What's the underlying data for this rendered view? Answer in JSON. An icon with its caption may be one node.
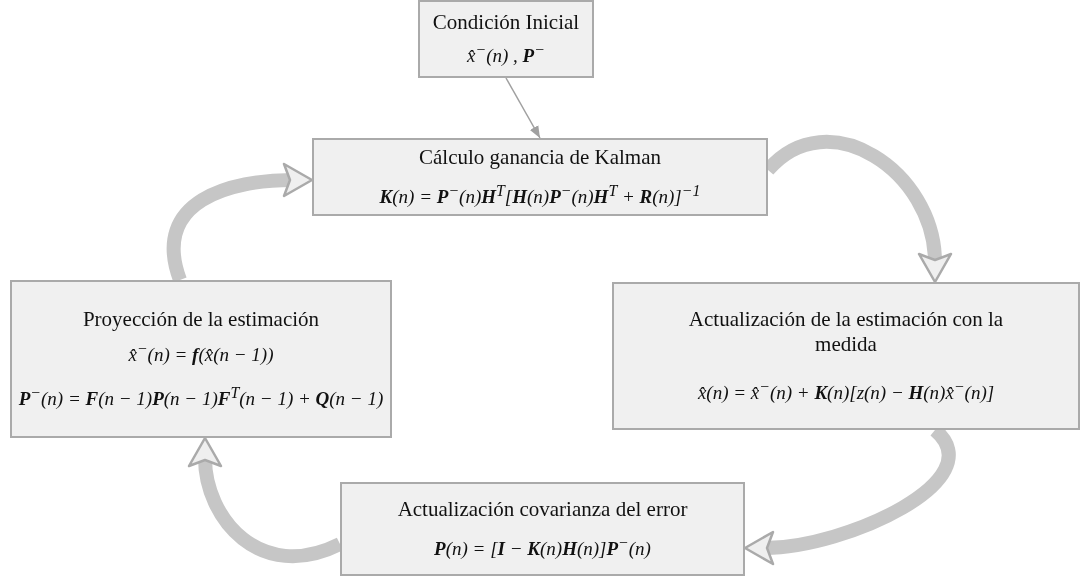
{
  "diagram": {
    "nodes": [
      {
        "text": [
          "Condición Inicial",
          "x̂$^{−}$(n) ,  **P**$^{−}$"
        ]
      },
      {
        "text": [
          "Cálculo ganancia de Kalman",
          "**K**(n) = **P**$^{−}$(n)**H**$^{T}$[**H**(n)**P**$^{−}$(n)**H**$^{T}$ + **R**(n)]$^{−1}$"
        ]
      },
      {
        "text": [
          "Proyección de la estimación",
          "x̂$^{−}$(n) = **f**(x̂(n − 1))",
          "**P**$^{−}$(n) = **F**(n − 1)**P**(n − 1)**F**$^{T}$(n − 1) + **Q**(n − 1)"
        ]
      },
      {
        "text": [
          "Actualización de la estimación con la medida",
          "x̂(n) = x̂$^{−}$(n) + **K**(n)[z(n) − **H**(n)x̂$^{−}$(n)]"
        ]
      },
      {
        "text": [
          "Actualización covarianza del error",
          "**P**(n) = [**I** − **K**(n)**H**(n)]**P**$^{−}$(n)"
        ]
      }
    ],
    "edges": [
      {
        "from": 0,
        "to": 1,
        "arrow": "to",
        "color": "#a0a0a0"
      },
      {
        "from": 1,
        "to": 3,
        "arrow": "to"
      },
      {
        "from": 3,
        "to": 4,
        "arrow": "to"
      },
      {
        "from": 4,
        "to": 2,
        "arrow": "to"
      },
      {
        "from": 2,
        "to": 1,
        "arrow": "to"
      }
    ]
  }
}
